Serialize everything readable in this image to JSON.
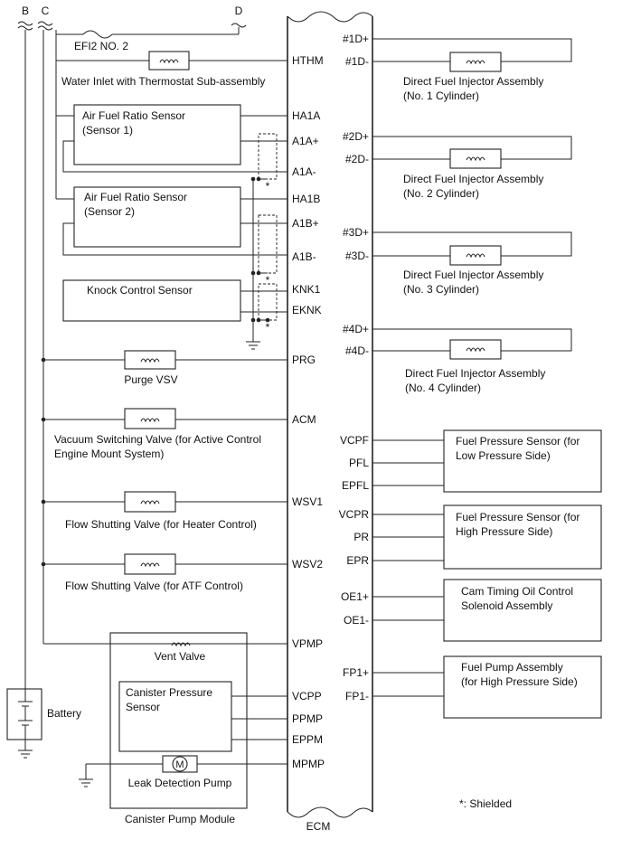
{
  "bus_labels": [
    "B",
    "C",
    "D"
  ],
  "fuse_label": "EFI2 NO. 2",
  "left_components": [
    {
      "id": "thermostat",
      "label": "Water Inlet with Thermostat Sub-assembly"
    },
    {
      "id": "purge",
      "label": "Purge VSV"
    },
    {
      "id": "vsv-mount",
      "label": "Vacuum Switching Valve (for Active Control\nEngine Mount System)"
    },
    {
      "id": "heater",
      "label": "Flow Shutting Valve (for Heater Control)"
    },
    {
      "id": "atf",
      "label": "Flow Shutting Valve (for ATF Control)"
    }
  ],
  "sensors": [
    {
      "id": "af1",
      "label": "Air Fuel Ratio Sensor\n(Sensor 1)"
    },
    {
      "id": "af2",
      "label": "Air Fuel Ratio Sensor\n(Sensor 2)"
    },
    {
      "id": "knock",
      "label": "Knock Control Sensor"
    }
  ],
  "ecm_left_pins": [
    "HTHM",
    "HA1A",
    "A1A+",
    "A1A-",
    "HA1B",
    "A1B+",
    "A1B-",
    "KNK1",
    "EKNK",
    "PRG",
    "ACM",
    "WSV1",
    "WSV2",
    "VPMP",
    "VCPP",
    "PPMP",
    "EPPM",
    "MPMP"
  ],
  "ecm_right_pins": [
    "#1D+",
    "#1D-",
    "#2D+",
    "#2D-",
    "#3D+",
    "#3D-",
    "#4D+",
    "#4D-",
    "VCPF",
    "PFL",
    "EPFL",
    "VCPR",
    "PR",
    "EPR",
    "OE1+",
    "OE1-",
    "FP1+",
    "FP1-"
  ],
  "injectors": [
    {
      "label": "Direct Fuel Injector Assembly\n(No. 1 Cylinder)"
    },
    {
      "label": "Direct Fuel Injector Assembly\n(No. 2 Cylinder)"
    },
    {
      "label": "Direct Fuel Injector Assembly\n(No. 3 Cylinder)"
    },
    {
      "label": "Direct Fuel Injector Assembly\n(No. 4 Cylinder)"
    }
  ],
  "right_modules": [
    {
      "label": "Fuel Pressure Sensor (for\nLow Pressure Side)"
    },
    {
      "label": "Fuel Pressure Sensor (for\nHigh Pressure Side)"
    },
    {
      "label": "Cam Timing Oil Control\nSolenoid Assembly"
    },
    {
      "label": "Fuel Pump Assembly\n(for High Pressure Side)"
    }
  ],
  "canister": {
    "vent_label": "Vent Valve",
    "sensor_label": "Canister Pressure\nSensor",
    "pump_label": "Leak Detection Pump",
    "module_label": "Canister Pump Module",
    "motor_symbol": "M"
  },
  "battery_label": "Battery",
  "shield_marker": "*",
  "shield_note": "*: Shielded",
  "ecm_label": "ECM"
}
